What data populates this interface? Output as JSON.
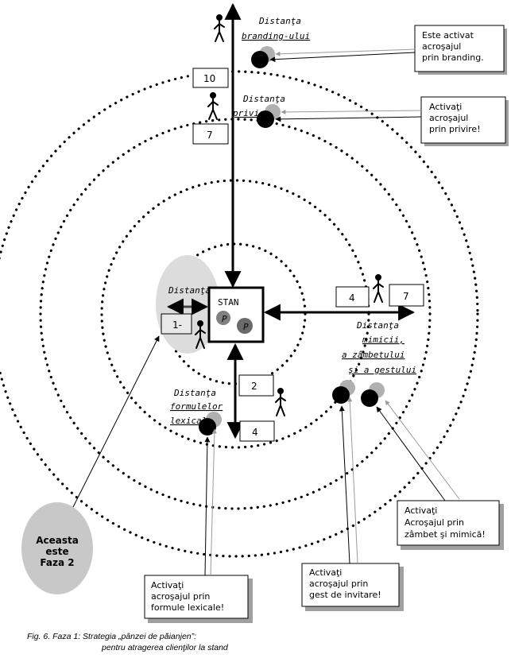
{
  "center": {
    "title": "STAN",
    "p1": "P",
    "p2": "P"
  },
  "distances": {
    "branding": [
      "Distanţa",
      "branding-ului"
    ],
    "privire": [
      "Distanţa",
      "privirii"
    ],
    "left": "Distanţa",
    "formule": [
      "Distanţa",
      "formulelor",
      "lexicale"
    ],
    "mimica": [
      "Distanţa",
      "mimicii,",
      "a zâmbetului",
      "şi a gestului"
    ]
  },
  "numbers": {
    "n10": "10",
    "n7_top": "7",
    "n4_right": "4",
    "n7_right": "7",
    "n2_bottom": "2",
    "n4_bottom": "4",
    "n1_left": "1-"
  },
  "callouts": {
    "branding": [
      "Este activat",
      "acroşajul",
      "prin branding."
    ],
    "privire": [
      "Activaţi",
      "acroşajul",
      "prin privire!"
    ],
    "zambet": [
      "Activaţi",
      "Acroşajul prin",
      "zâmbet şi mimică!"
    ],
    "gest": [
      "Activaţi",
      "acroşajul prin",
      "gest de invitare!"
    ],
    "formule": [
      "Activaţi",
      "acroşajul prin",
      "formule lexicale!"
    ]
  },
  "phase_label": [
    "Aceasta",
    "este",
    "Faza 2"
  ],
  "caption": {
    "line1": "Fig. 6.  Faza 1: Strategia „pânzei de păianjen”:",
    "line2": "pentru atragerea clienţilor la stand"
  },
  "colors": {
    "ink": "#000000",
    "gray": "#9a9a9a",
    "light_gray": "#cfcfcf",
    "ellipse": "#c8c8c8"
  }
}
